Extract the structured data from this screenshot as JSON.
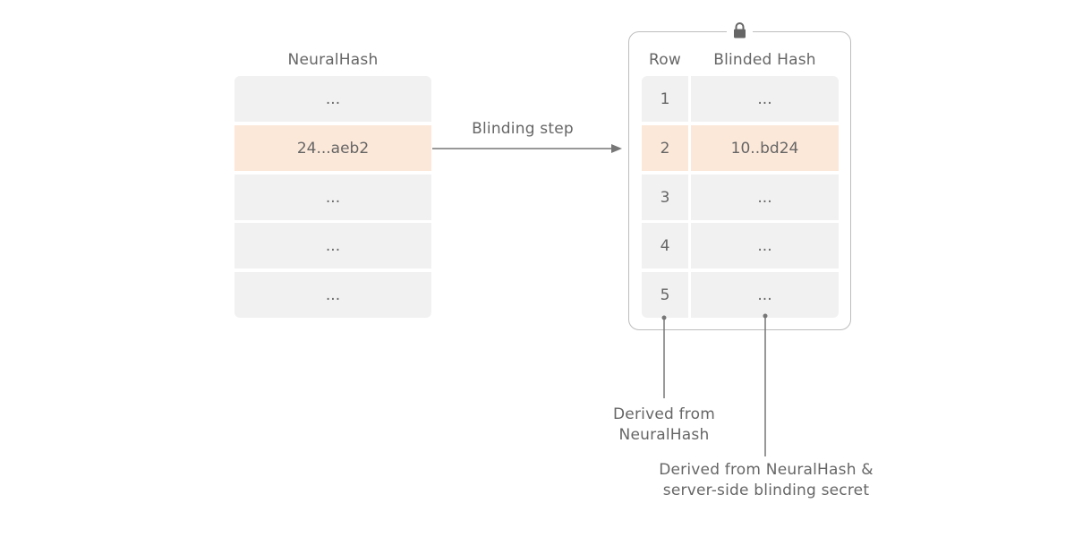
{
  "left_table": {
    "header": "NeuralHash",
    "rows": [
      "...",
      "24...aeb2",
      "...",
      "...",
      "..."
    ]
  },
  "arrow": {
    "label": "Blinding step"
  },
  "right_table": {
    "col_row_header": "Row",
    "col_hash_header": "Blinded Hash",
    "rows": [
      {
        "row": "1",
        "hash": "..."
      },
      {
        "row": "2",
        "hash": "10..bd24"
      },
      {
        "row": "3",
        "hash": "..."
      },
      {
        "row": "4",
        "hash": "..."
      },
      {
        "row": "5",
        "hash": "..."
      }
    ],
    "lock_icon": "lock-icon"
  },
  "annotations": {
    "row_source_line1": "Derived from",
    "row_source_line2": "NeuralHash",
    "hash_source_line1": "Derived from NeuralHash &",
    "hash_source_line2": "server-side blinding secret"
  },
  "colors": {
    "highlight": "#fce8d9",
    "cell": "#f1f1f1",
    "text": "#666666",
    "frame": "#bdbdbd"
  }
}
